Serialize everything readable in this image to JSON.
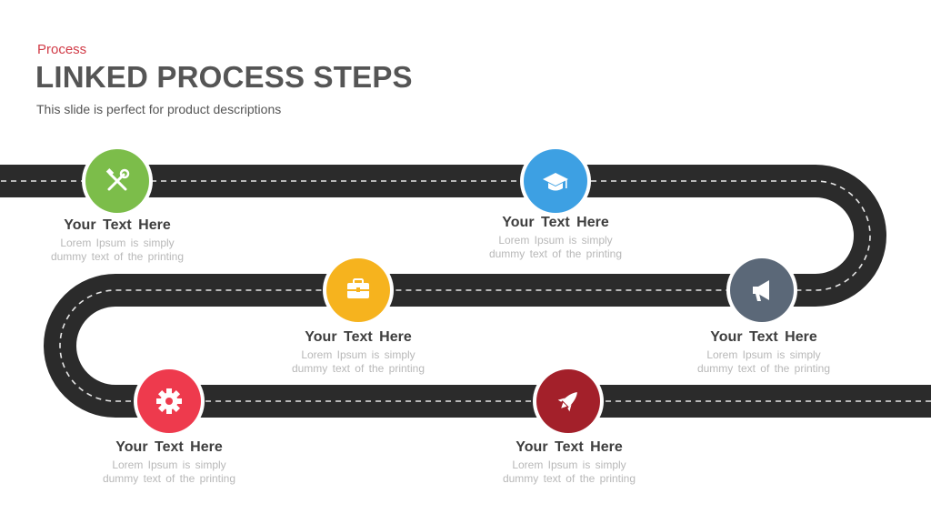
{
  "header": {
    "kicker": "Process",
    "title": "LINKED PROCESS STEPS",
    "subtitle": "This slide is perfect for product descriptions"
  },
  "steps": [
    {
      "title": "Your Text Here",
      "line1": "Lorem Ipsum is simply",
      "line2": "dummy text of the printing",
      "icon": "tools-icon",
      "color": "#7cbd4a"
    },
    {
      "title": "Your Text Here",
      "line1": "Lorem Ipsum is simply",
      "line2": "dummy text of the printing",
      "icon": "graduation-cap-icon",
      "color": "#3da0e3"
    },
    {
      "title": "Your Text Here",
      "line1": "Lorem Ipsum is simply",
      "line2": "dummy text of the printing",
      "icon": "briefcase-icon",
      "color": "#f6b31e"
    },
    {
      "title": "Your Text Here",
      "line1": "Lorem Ipsum is simply",
      "line2": "dummy text of the printing",
      "icon": "megaphone-icon",
      "color": "#5b6878"
    },
    {
      "title": "Your Text Here",
      "line1": "Lorem Ipsum is simply",
      "line2": "dummy text of the printing",
      "icon": "gear-icon",
      "color": "#ee3a4d"
    },
    {
      "title": "Your Text Here",
      "line1": "Lorem Ipsum is simply",
      "line2": "dummy text of the printing",
      "icon": "rocket-icon",
      "color": "#a3202a"
    }
  ],
  "colors": {
    "road": "#2b2b2b",
    "dash": "#e6e6e6"
  }
}
